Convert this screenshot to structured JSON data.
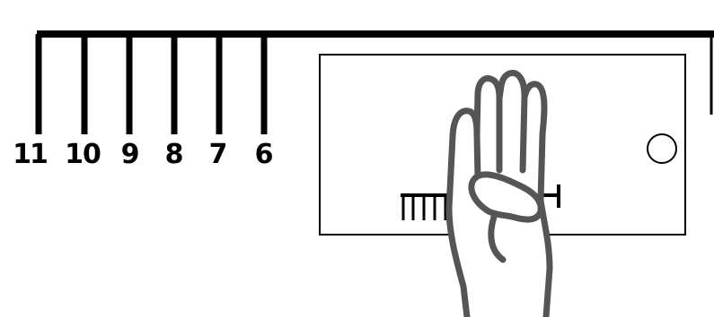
{
  "scale": {
    "tick_labels": [
      "11",
      "10",
      "9",
      "8",
      "7",
      "6"
    ]
  },
  "colors": {
    "ink": "#000000",
    "hand_outline": "#555555",
    "background": "#ffffff"
  },
  "icons": {
    "device": "phone-outline",
    "button": "circle-home-button",
    "hand": "raised-hand-outline",
    "ruler": "small-ruler"
  }
}
